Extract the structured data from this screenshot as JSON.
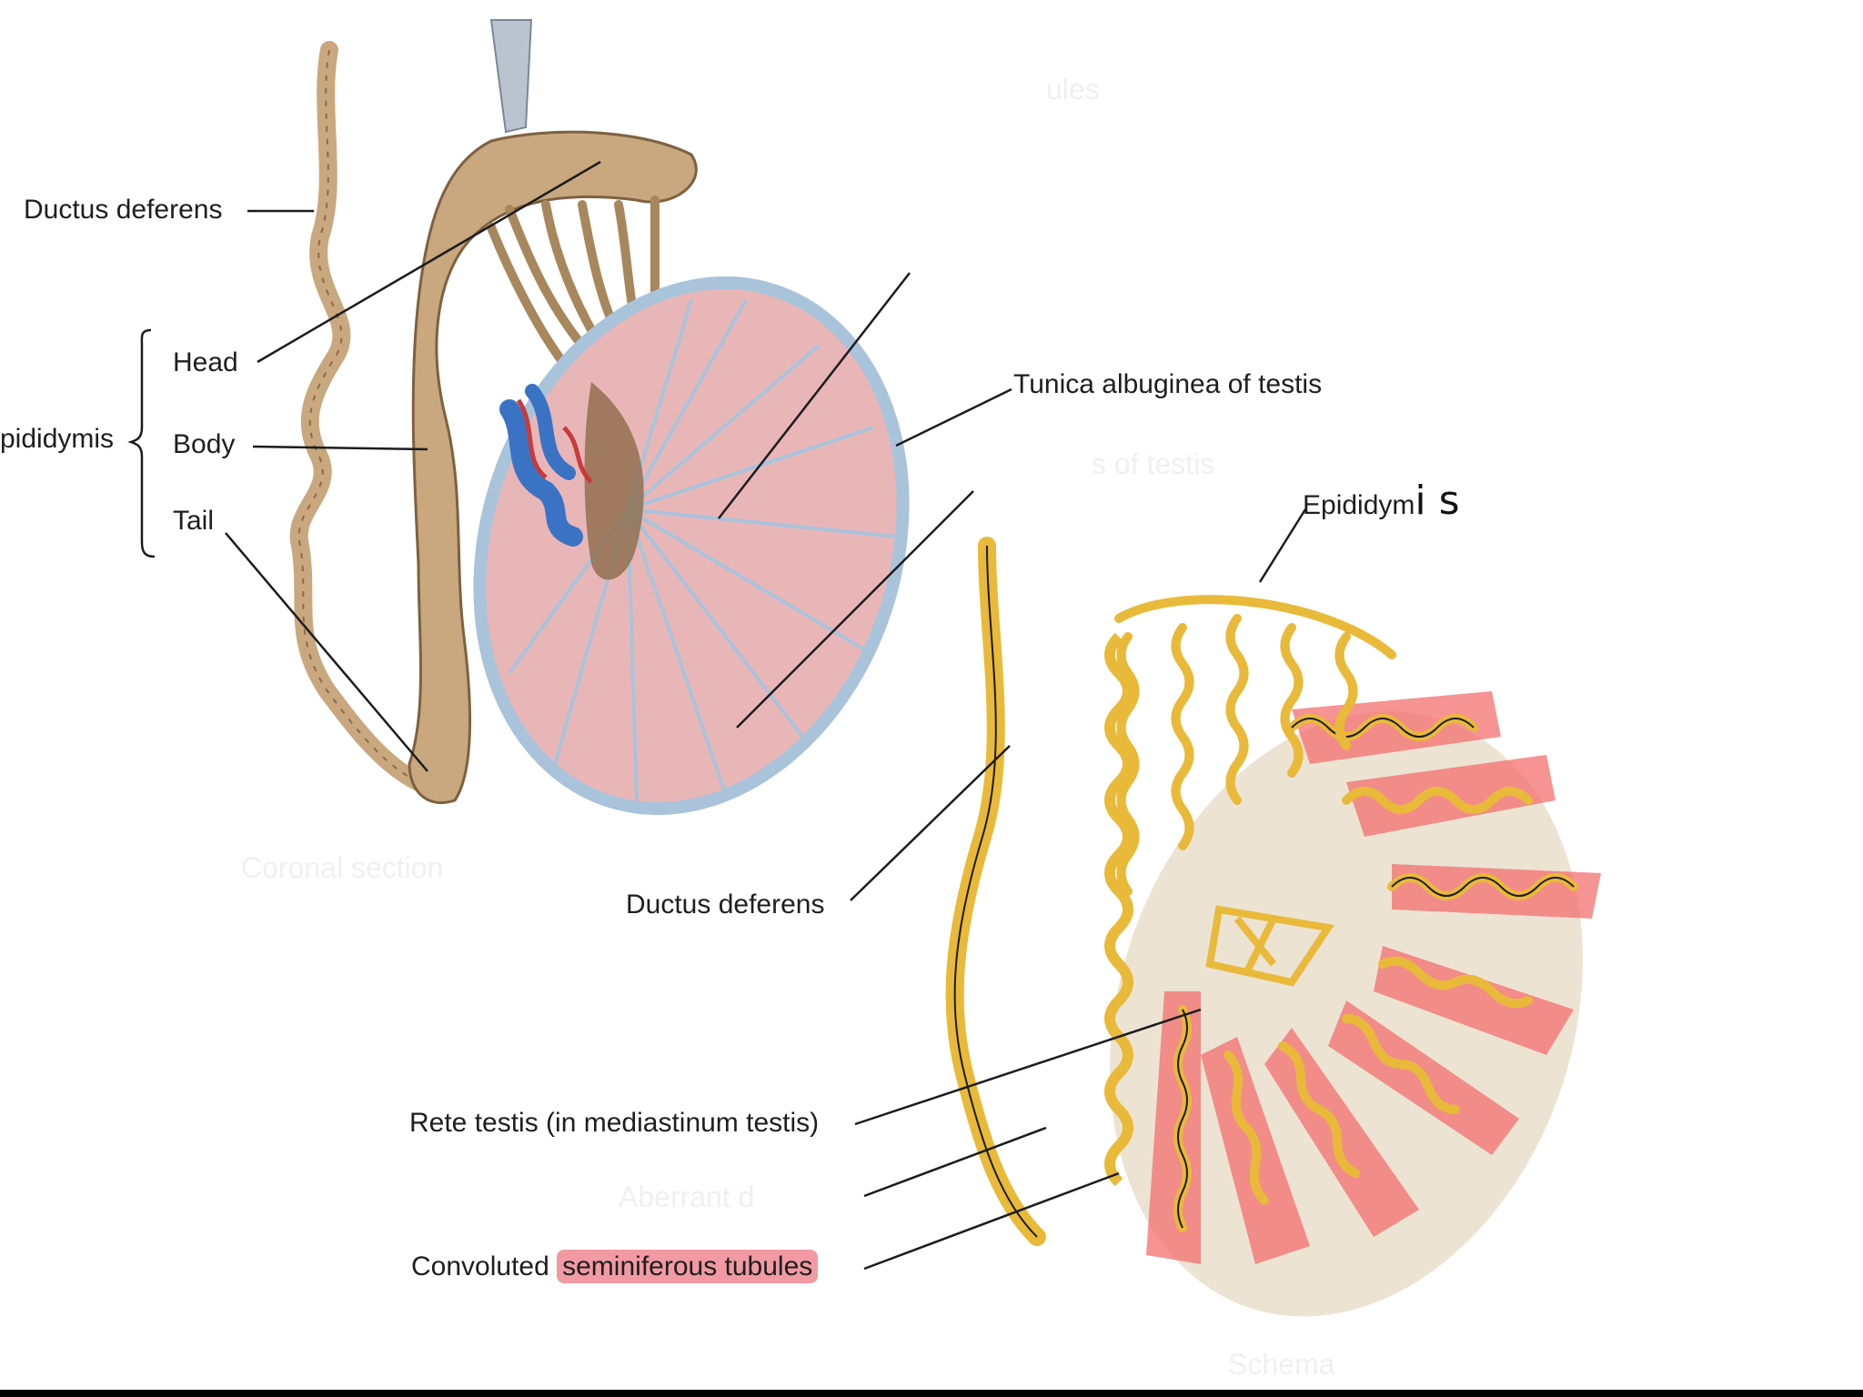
{
  "labels": {
    "ductus_deferens_top": "Ductus deferens",
    "head": "Head",
    "epididymis_group": "pididymis",
    "body": "Body",
    "tail": "Tail",
    "tunica_albuginea": "Tunica albuginea of testis",
    "epididymis_right": "Epididym",
    "handwritten_suffix": "is",
    "ductus_deferens_bottom": "Ductus deferens",
    "rete_testis": "Rete testis (in mediastinum testis)",
    "convoluted_prefix": "Convoluted",
    "seminiferous_tubules": "seminiferous tubules"
  },
  "faint_labels": {
    "top_right": "ules",
    "right_mid": "s of testis",
    "left_mid": "Coronal section",
    "bottom_left": "Aberrant d",
    "bottom_right": "Schema"
  },
  "colors": {
    "testis_tissue": "#e9b6b8",
    "septa": "#a9c3da",
    "epididymis_tan": "#c9a87f",
    "schematic_yellow": "#e9b93a",
    "lobule_highlight": "#f46f6f",
    "schematic_bg": "#ece3d3",
    "label_highlight": "#f29aa4",
    "vein_blue": "#3b73c4",
    "artery_red": "#c83a3a"
  }
}
